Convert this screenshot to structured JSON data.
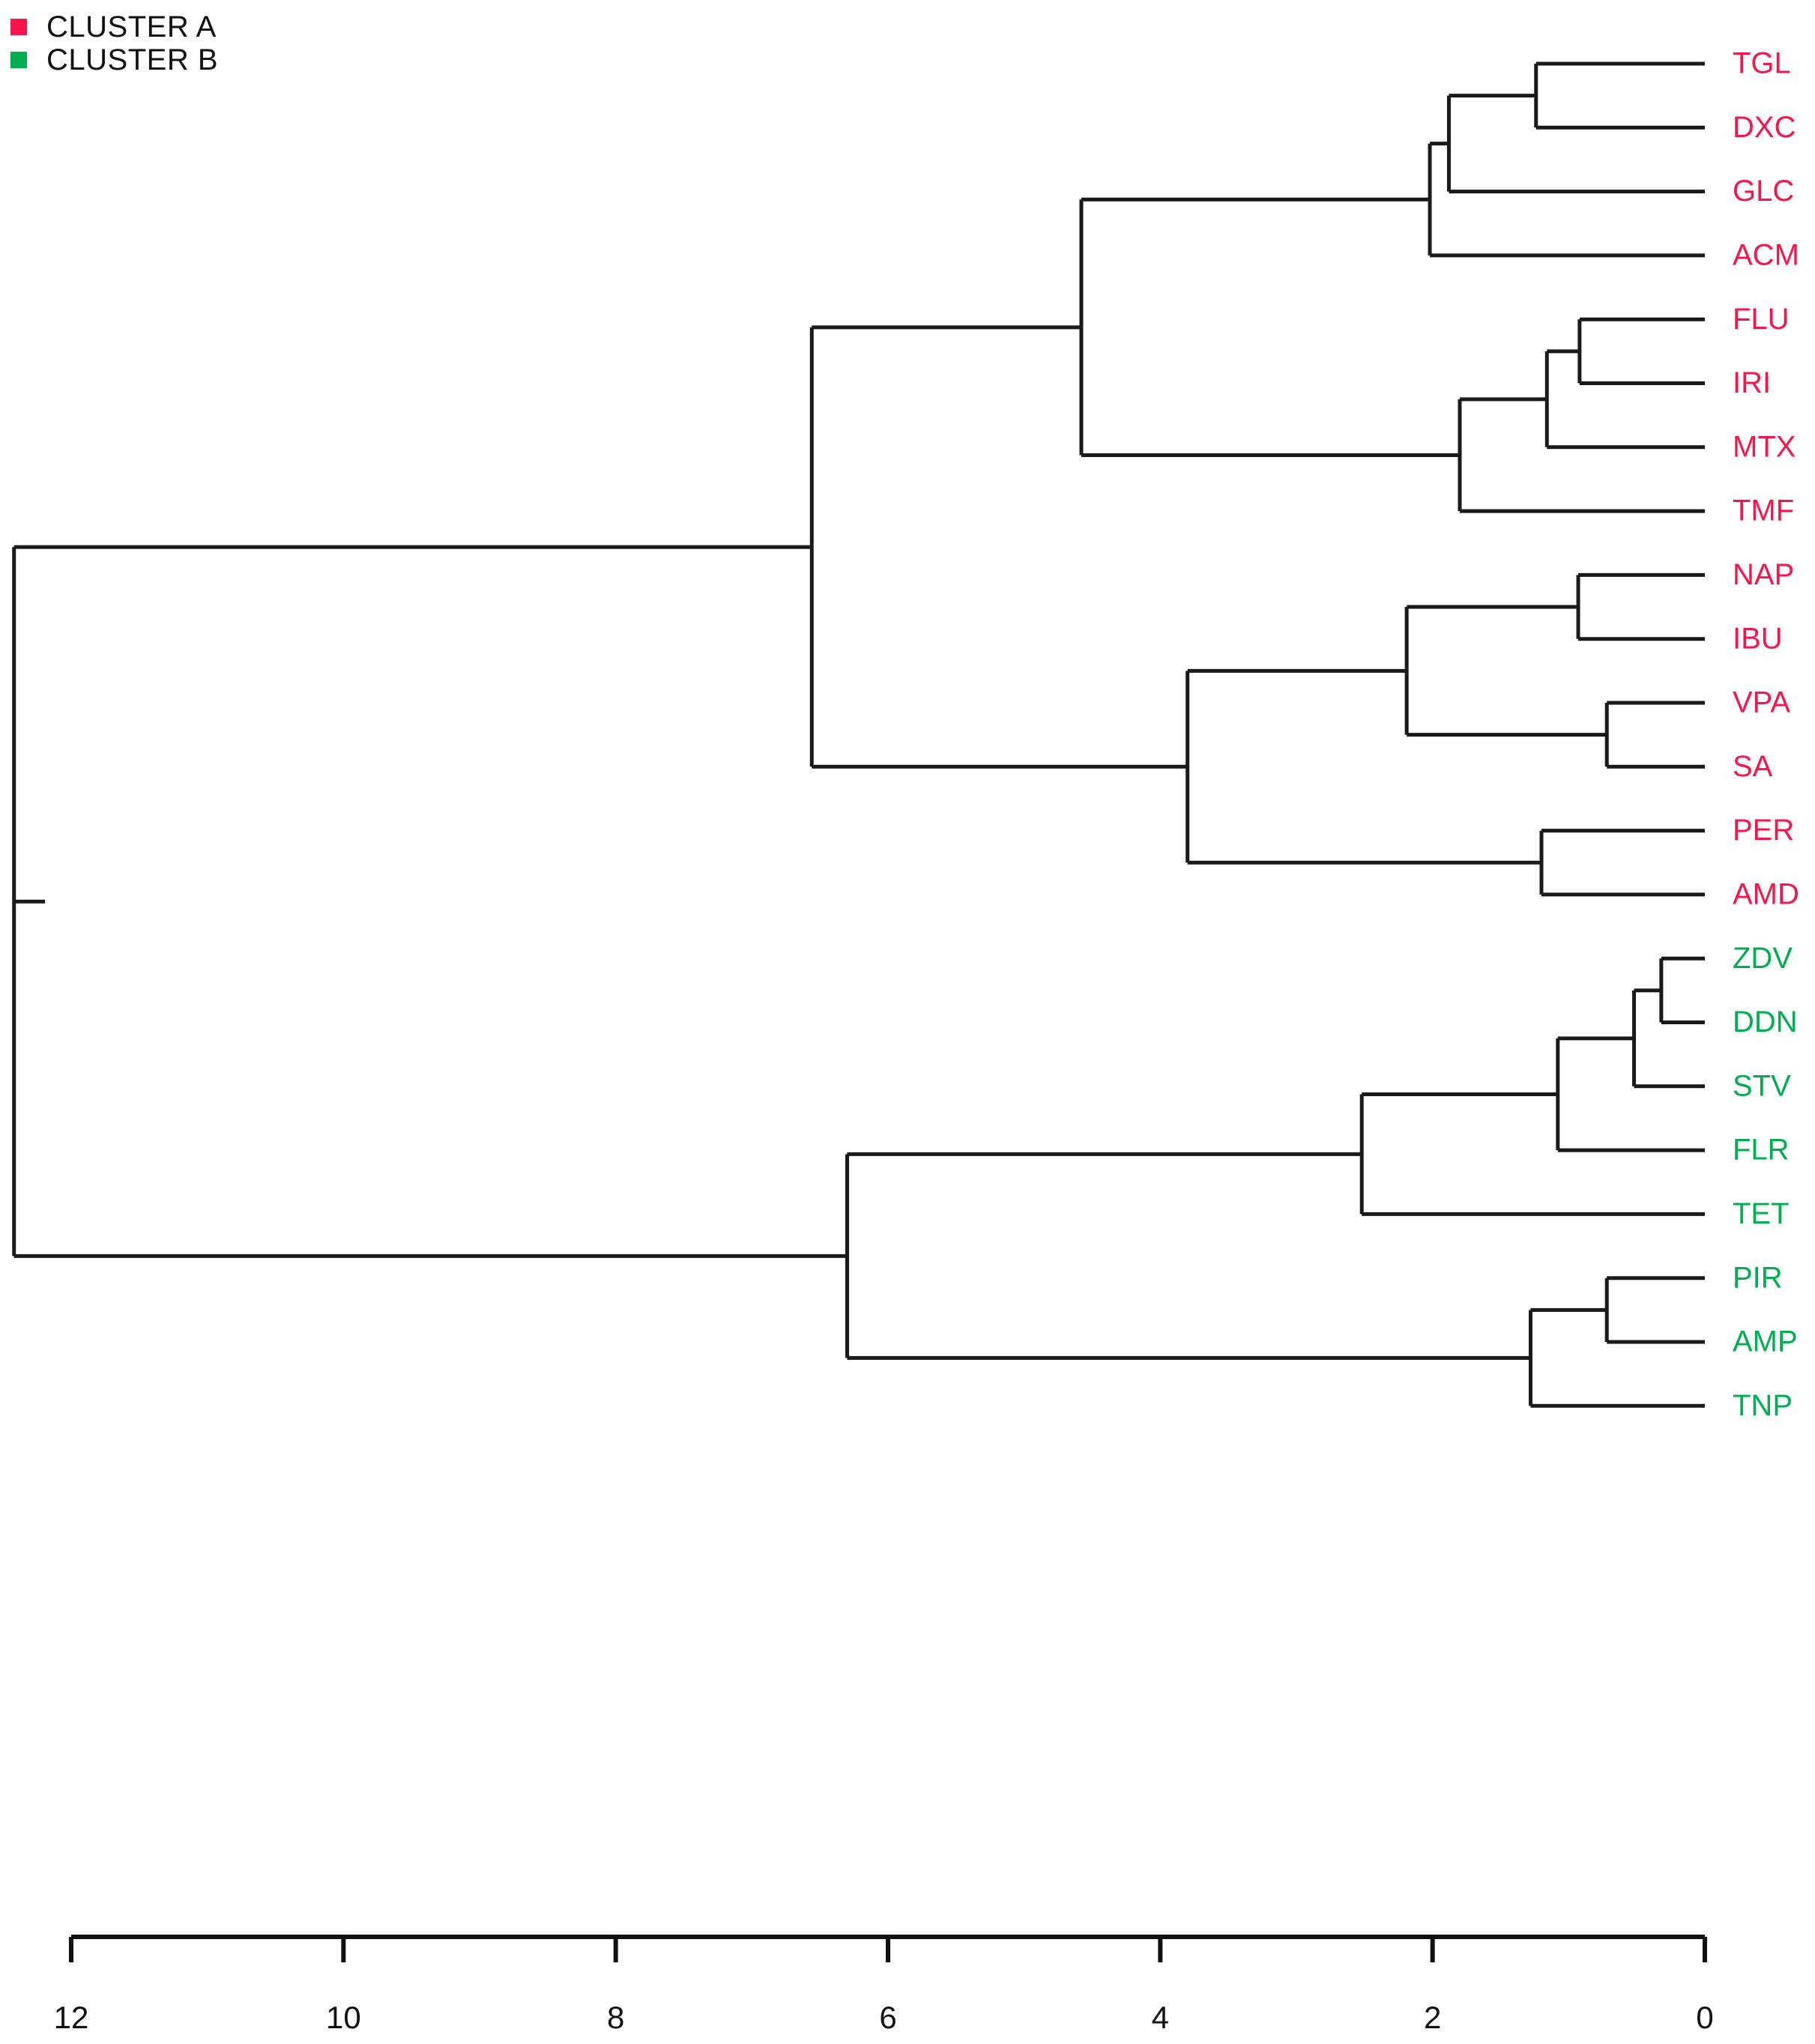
{
  "legend": {
    "items": [
      {
        "label": "CLUSTER A",
        "color": "#F8154B",
        "icon": "square-marker-icon"
      },
      {
        "label": "CLUSTER B",
        "color": "#00B050",
        "icon": "square-marker-icon"
      }
    ]
  },
  "axis": {
    "ticks": [
      "12",
      "10",
      "8",
      "6",
      "4",
      "2",
      "0"
    ],
    "tick_values": [
      12,
      10,
      8,
      6,
      4,
      2,
      0
    ],
    "min": 0,
    "max": 12,
    "reversed": true,
    "label": ""
  },
  "leaves": [
    {
      "name": "TGL",
      "cluster": "A"
    },
    {
      "name": "DXC",
      "cluster": "A"
    },
    {
      "name": "GLC",
      "cluster": "A"
    },
    {
      "name": "ACM",
      "cluster": "A"
    },
    {
      "name": "FLU",
      "cluster": "A"
    },
    {
      "name": "IRI",
      "cluster": "A"
    },
    {
      "name": "MTX",
      "cluster": "A"
    },
    {
      "name": "TMF",
      "cluster": "A"
    },
    {
      "name": "NAP",
      "cluster": "A"
    },
    {
      "name": "IBU",
      "cluster": "A"
    },
    {
      "name": "VPA",
      "cluster": "A"
    },
    {
      "name": "SA",
      "cluster": "A"
    },
    {
      "name": "PER",
      "cluster": "A"
    },
    {
      "name": "AMD",
      "cluster": "A"
    },
    {
      "name": "ZDV",
      "cluster": "B"
    },
    {
      "name": "DDN",
      "cluster": "B"
    },
    {
      "name": "STV",
      "cluster": "B"
    },
    {
      "name": "FLR",
      "cluster": "B"
    },
    {
      "name": "TET",
      "cluster": "B"
    },
    {
      "name": "PIR",
      "cluster": "B"
    },
    {
      "name": "AMP",
      "cluster": "B"
    },
    {
      "name": "TNP",
      "cluster": "B"
    }
  ],
  "chart_data": {
    "type": "dendrogram",
    "title": "",
    "xlabel": "",
    "ylabel": "",
    "orientation": "horizontal-right-to-left",
    "xlim": [
      12,
      0
    ],
    "grid": false,
    "legend_position": "top-left",
    "cluster_colors": {
      "A": "#F8154B",
      "B": "#00B050"
    },
    "labels": [
      "TGL",
      "DXC",
      "GLC",
      "ACM",
      "FLU",
      "IRI",
      "MTX",
      "TMF",
      "NAP",
      "IBU",
      "VPA",
      "SA",
      "PER",
      "AMD",
      "ZDV",
      "DDN",
      "STV",
      "FLR",
      "TET",
      "PIR",
      "AMP",
      "TNP"
    ],
    "merges": [
      {
        "id": "m1",
        "left": "TGL",
        "right": "DXC",
        "height": 1.24
      },
      {
        "id": "m2",
        "left": "m1",
        "right": "GLC",
        "height": 1.88
      },
      {
        "id": "m3",
        "left": "m2",
        "right": "ACM",
        "height": 2.02
      },
      {
        "id": "m4",
        "left": "FLU",
        "right": "IRI",
        "height": 0.92
      },
      {
        "id": "m5",
        "left": "m4",
        "right": "MTX",
        "height": 1.16
      },
      {
        "id": "m6",
        "left": "m5",
        "right": "TMF",
        "height": 1.8
      },
      {
        "id": "m7",
        "left": "m3",
        "right": "m6",
        "height": 4.58
      },
      {
        "id": "m8",
        "left": "NAP",
        "right": "IBU",
        "height": 0.93
      },
      {
        "id": "m9",
        "left": "VPA",
        "right": "SA",
        "height": 0.72
      },
      {
        "id": "m10",
        "left": "m8",
        "right": "m9",
        "height": 2.19
      },
      {
        "id": "m11",
        "left": "PER",
        "right": "AMD",
        "height": 1.2
      },
      {
        "id": "m12",
        "left": "m10",
        "right": "m11",
        "height": 3.8
      },
      {
        "id": "m13",
        "left": "m7",
        "right": "m12",
        "height": 6.56
      },
      {
        "id": "m14",
        "left": "ZDV",
        "right": "DDN",
        "height": 0.32
      },
      {
        "id": "m15",
        "left": "m14",
        "right": "STV",
        "height": 0.52
      },
      {
        "id": "m16",
        "left": "m15",
        "right": "FLR",
        "height": 1.08
      },
      {
        "id": "m17",
        "left": "m16",
        "right": "TET",
        "height": 2.52
      },
      {
        "id": "m18",
        "left": "PIR",
        "right": "AMP",
        "height": 0.72
      },
      {
        "id": "m19",
        "left": "m18",
        "right": "TNP",
        "height": 1.28
      },
      {
        "id": "m20",
        "left": "m17",
        "right": "m19",
        "height": 6.3
      },
      {
        "id": "m21",
        "left": "m13",
        "right": "m20",
        "height": 12.42
      }
    ]
  }
}
